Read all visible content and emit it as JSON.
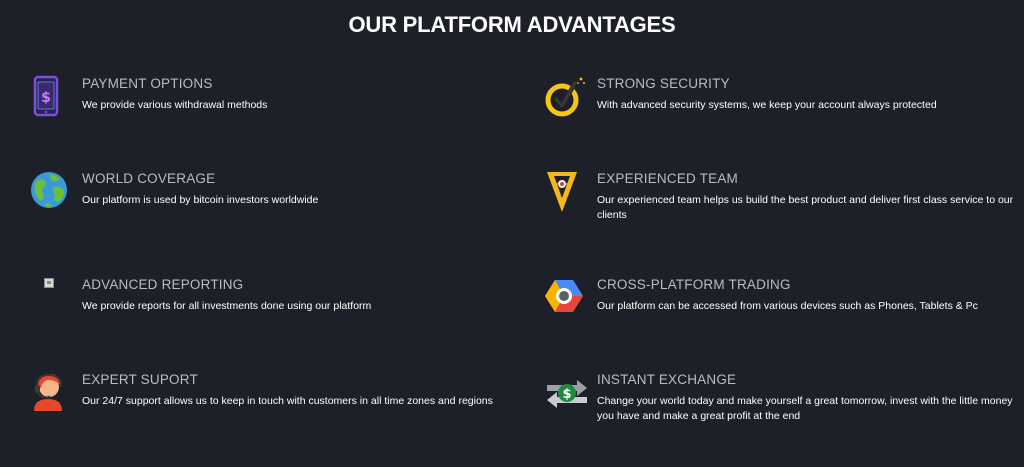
{
  "section": {
    "title": "OUR PLATFORM ADVANTAGES"
  },
  "features": [
    {
      "icon": "mobile-payment-icon",
      "heading": "PAYMENT OPTIONS",
      "description": "We provide various withdrawal methods"
    },
    {
      "icon": "security-shield-icon",
      "heading": "STRONG SECURITY",
      "description": "With advanced security systems, we keep your account always protected"
    },
    {
      "icon": "globe-icon",
      "heading": "WORLD COVERAGE",
      "description": "Our platform is used by bitcoin investors worldwide"
    },
    {
      "icon": "team-badge-icon",
      "heading": "EXPERIENCED TEAM",
      "description": "Our experienced team helps us build the best product and deliver first class service to our clients"
    },
    {
      "icon": "broken-image-icon",
      "heading": "ADVANCED REPORTING",
      "description": "We provide reports for all investments done using our platform"
    },
    {
      "icon": "cross-platform-hexagon-icon",
      "heading": "CROSS-PLATFORM TRADING",
      "description": "Our platform can be accessed from various devices such as Phones, Tablets & Pc"
    },
    {
      "icon": "support-agent-icon",
      "heading": "EXPERT SUPORT",
      "description": "Our 24/7 support allows us to keep in touch with customers in all time zones and regions"
    },
    {
      "icon": "exchange-arrows-icon",
      "heading": "INSTANT EXCHANGE",
      "description": "Change your world today and make yourself a great tomorrow, invest with the little money you have and make a great profit at the end"
    }
  ],
  "colors": {
    "background": "#1e2029",
    "heading": "#b9bcc4",
    "description": "#ffffff",
    "accent_yellow": "#f5c518"
  }
}
